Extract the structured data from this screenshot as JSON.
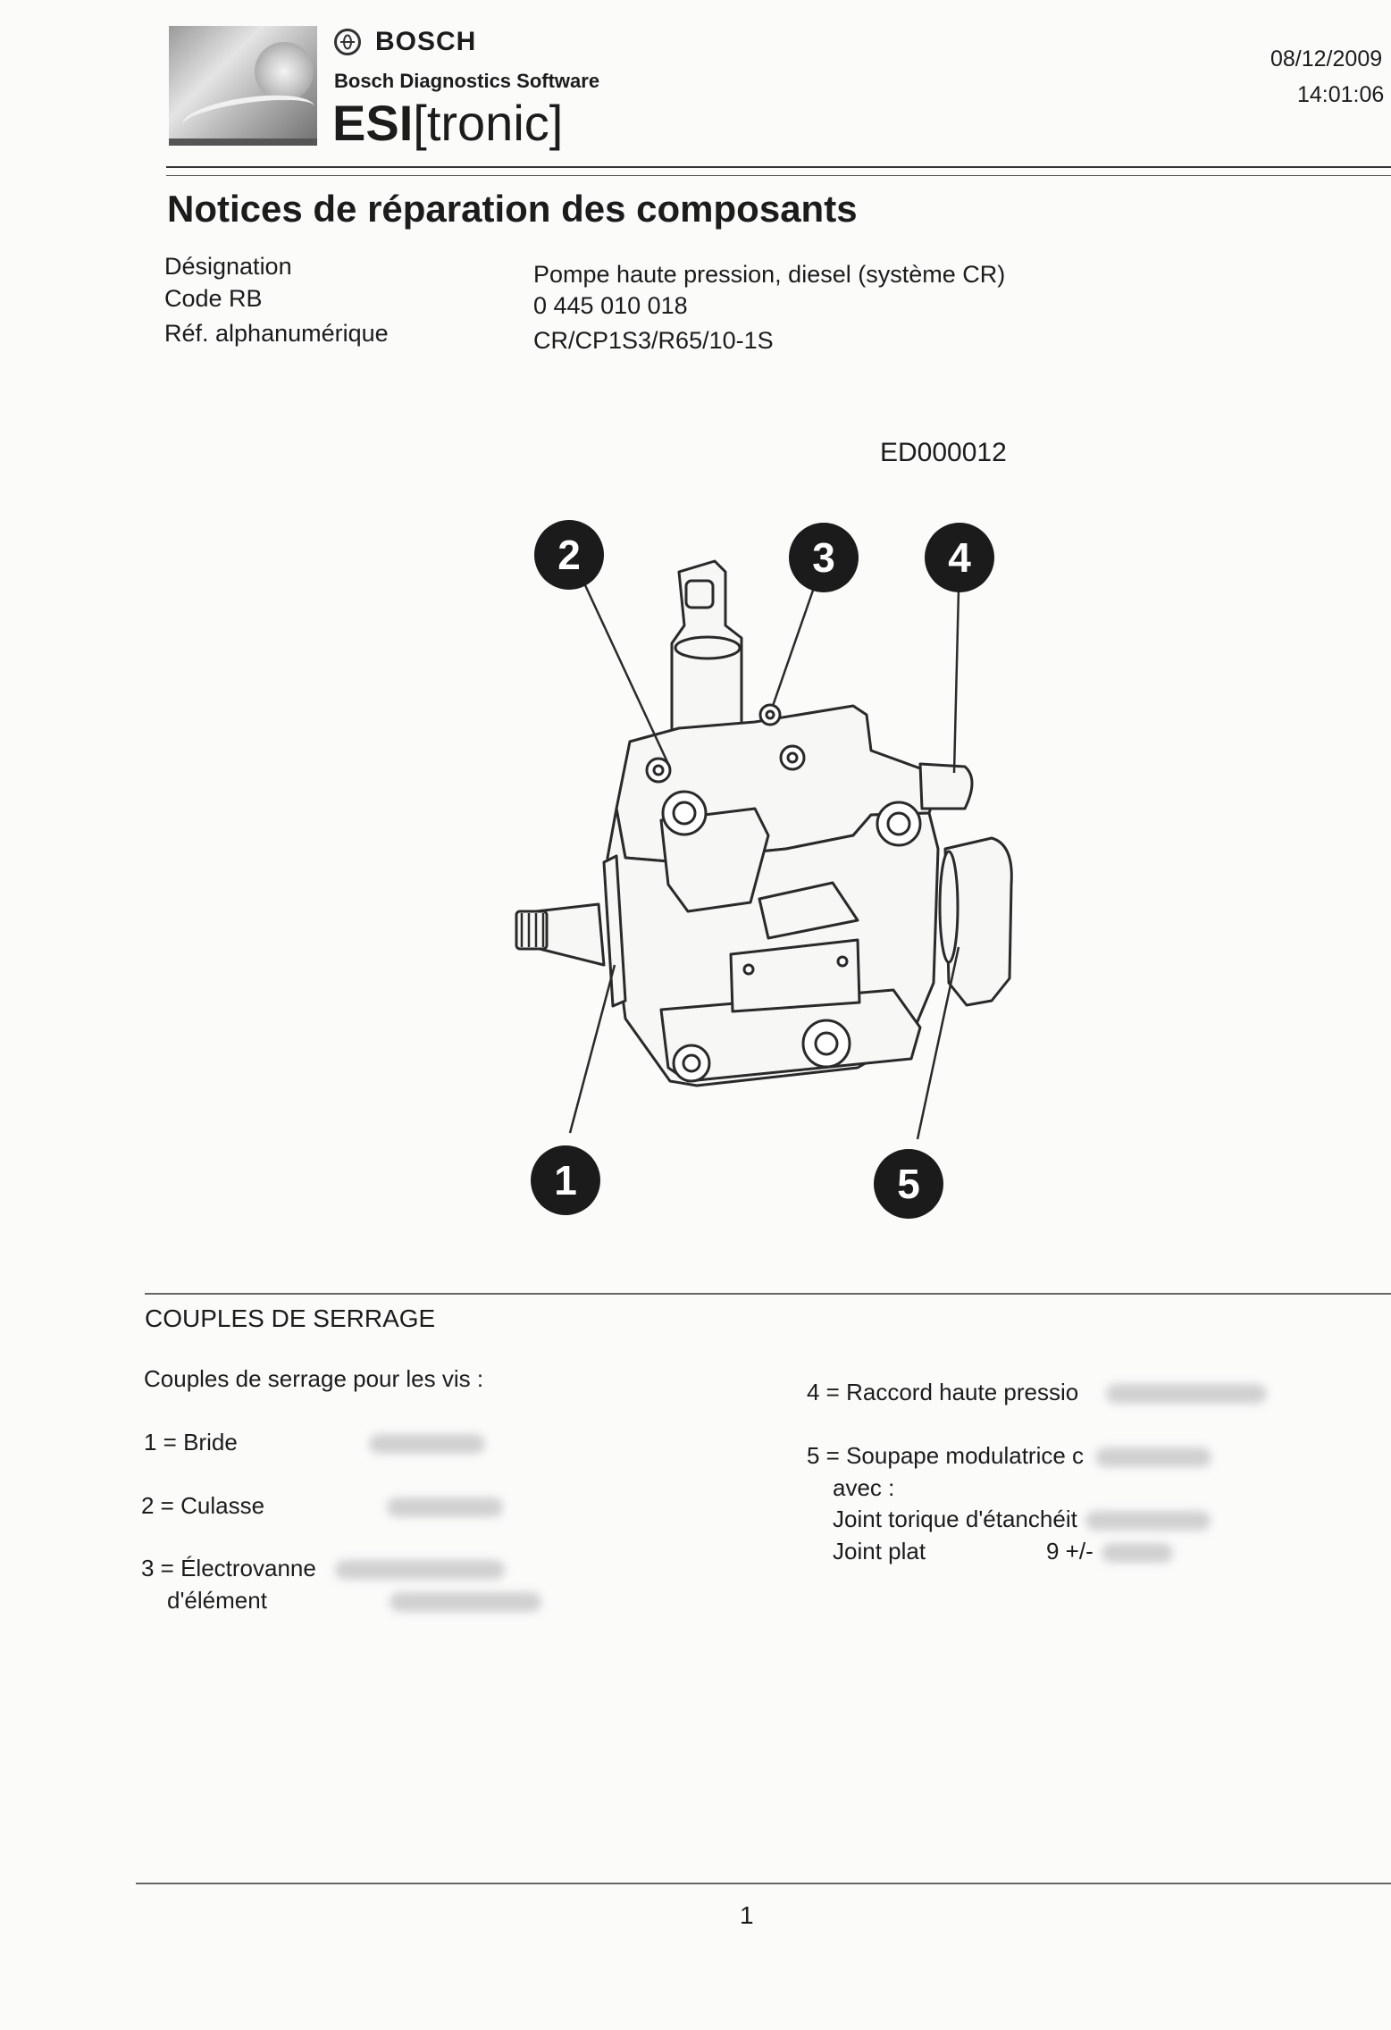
{
  "header": {
    "brand": "BOSCH",
    "product_line": "Bosch Diagnostics Software",
    "product_bold": "ESI",
    "product_bracket": "[tronic]",
    "date": "08/12/2009",
    "time": "14:01:06"
  },
  "document": {
    "title": "Notices de réparation des composants",
    "meta": [
      {
        "label": "Désignation",
        "value": "Pompe haute pression, diesel (système CR)"
      },
      {
        "label": "Code RB",
        "value": "0 445 010 018"
      },
      {
        "label": "Réf. alphanumérique",
        "value": "CR/CP1S3/R65/10-1S"
      }
    ],
    "figure_code": "ED000012",
    "callouts": [
      "1",
      "2",
      "3",
      "4",
      "5"
    ]
  },
  "torques": {
    "section_title": "COUPLES DE SERRAGE",
    "intro": "Couples de serrage pour les vis :",
    "left_items": [
      {
        "label": "1 = Bride"
      },
      {
        "label": "2 = Culasse"
      },
      {
        "label": "3 = Électrovanne",
        "line2": "d'élément"
      }
    ],
    "right_items": [
      {
        "label": "4 = Raccord haute pressio"
      },
      {
        "label": "5 = Soupape modulatrice c",
        "line2": "avec :"
      }
    ],
    "sub_items": [
      {
        "label": "Joint torique d'étanchéit"
      },
      {
        "label": "Joint plat",
        "value": "9 +/-"
      }
    ]
  },
  "footer": {
    "page": "1"
  }
}
